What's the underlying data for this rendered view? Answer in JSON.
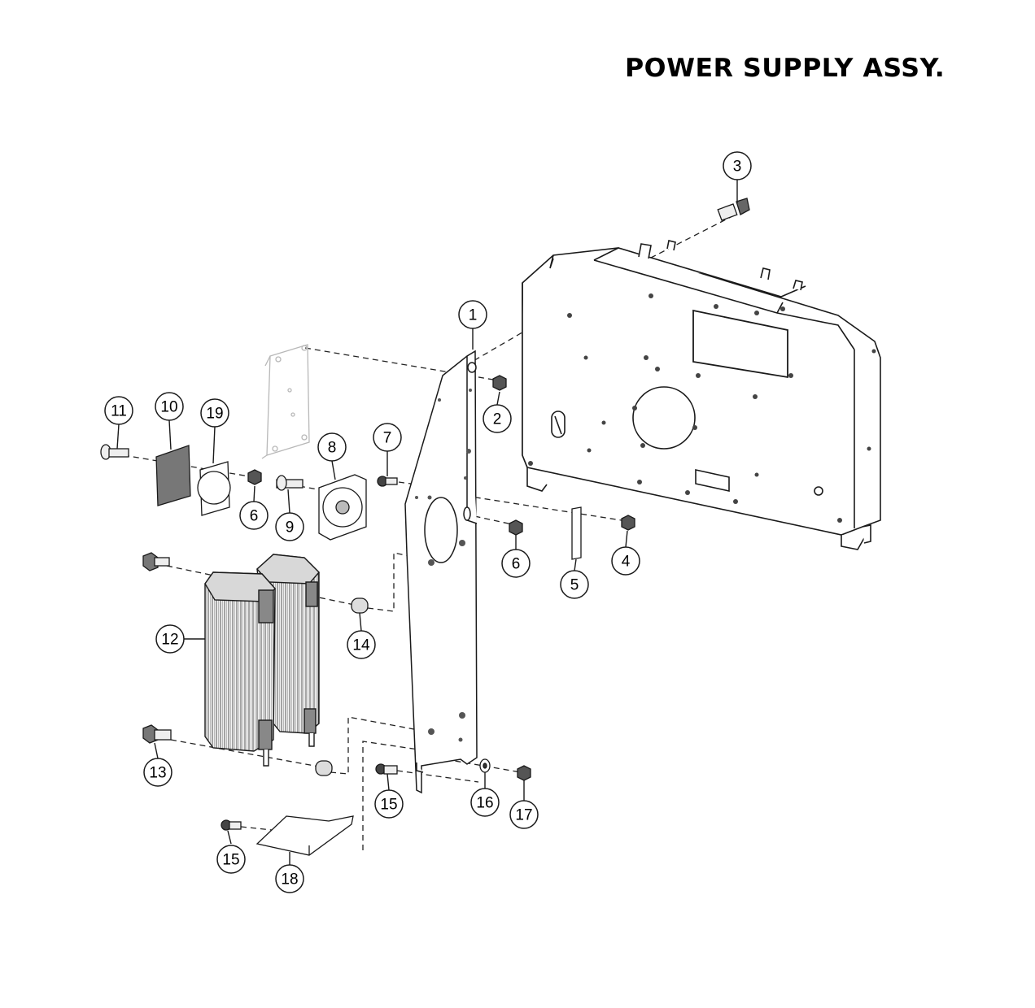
{
  "title": "POWER SUPPLY ASSY.",
  "colors": {
    "line": "#1a1a1a",
    "panel_fill": "#ffffff",
    "dark_fill": "#6e6e6e",
    "mid_fill": "#bdbdbd"
  },
  "callouts": [
    "1",
    "2",
    "3",
    "4",
    "5",
    "6",
    "6",
    "7",
    "8",
    "9",
    "10",
    "11",
    "12",
    "13",
    "14",
    "15",
    "15",
    "16",
    "17",
    "18",
    "19"
  ]
}
